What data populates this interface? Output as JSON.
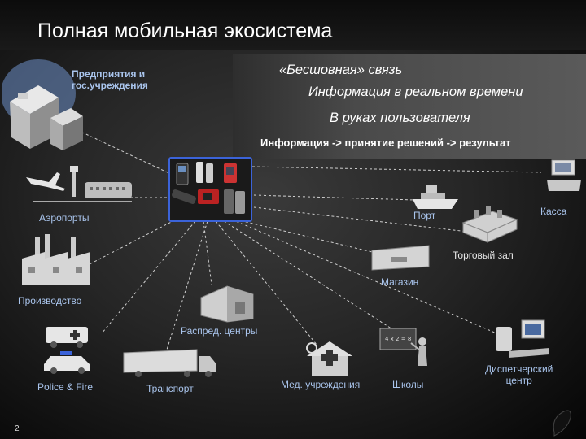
{
  "title": "Полная мобильная экосистема",
  "info": {
    "line1": "«Бесшовная» связь",
    "line2": "Информация в реальном времени",
    "line3": "В руках пользователя",
    "line4": "Информация -> принятие решений -> результат"
  },
  "nodes": {
    "corporate": "Предприятия и\nгос.учреждения",
    "airports": "Аэропорты",
    "port": "Порт",
    "register": "Касса",
    "sales_floor": "Торговый зал",
    "store": "Магазин",
    "manufacturing": "Производство",
    "distribution": "Распред. центры",
    "police_fire": "Police & Fire",
    "transport": "Транспорт",
    "medical": "Мед. учреждения",
    "schools": "Школы",
    "dispatch": "Диспетчерский\nцентр"
  },
  "board_text": "4 x 2 = 8",
  "page_number": "2",
  "colors": {
    "accent": "#3b63d9",
    "label_blue": "#a9c4ec"
  }
}
